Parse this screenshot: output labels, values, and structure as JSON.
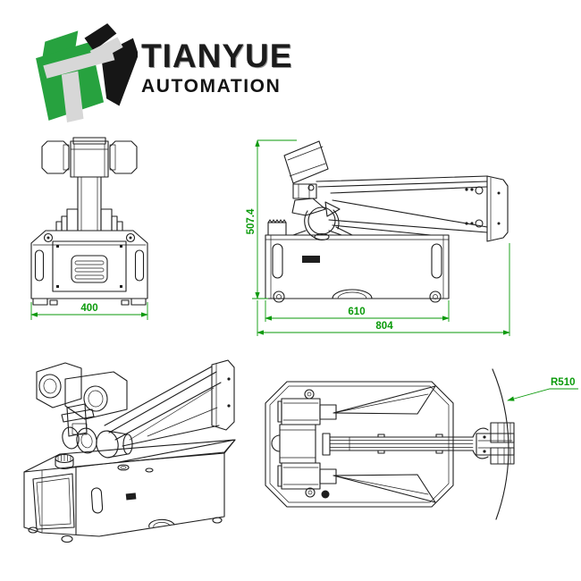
{
  "header": {
    "brand_name": "TIANYUE",
    "brand_subtitle": "AUTOMATION"
  },
  "colors": {
    "drawing_line": "#1e1e1e",
    "dimension_green": "#0a9a0a",
    "logo_green": "#27a23f",
    "logo_black": "#161616",
    "logo_gray": "#d7d7d7",
    "background": "#ffffff"
  },
  "views": {
    "front": {
      "dim_width": "400"
    },
    "side": {
      "dim_height": "507.4",
      "dim_base_width": "610",
      "dim_overall_width": "804"
    },
    "top": {
      "dim_radius": "R510"
    }
  }
}
